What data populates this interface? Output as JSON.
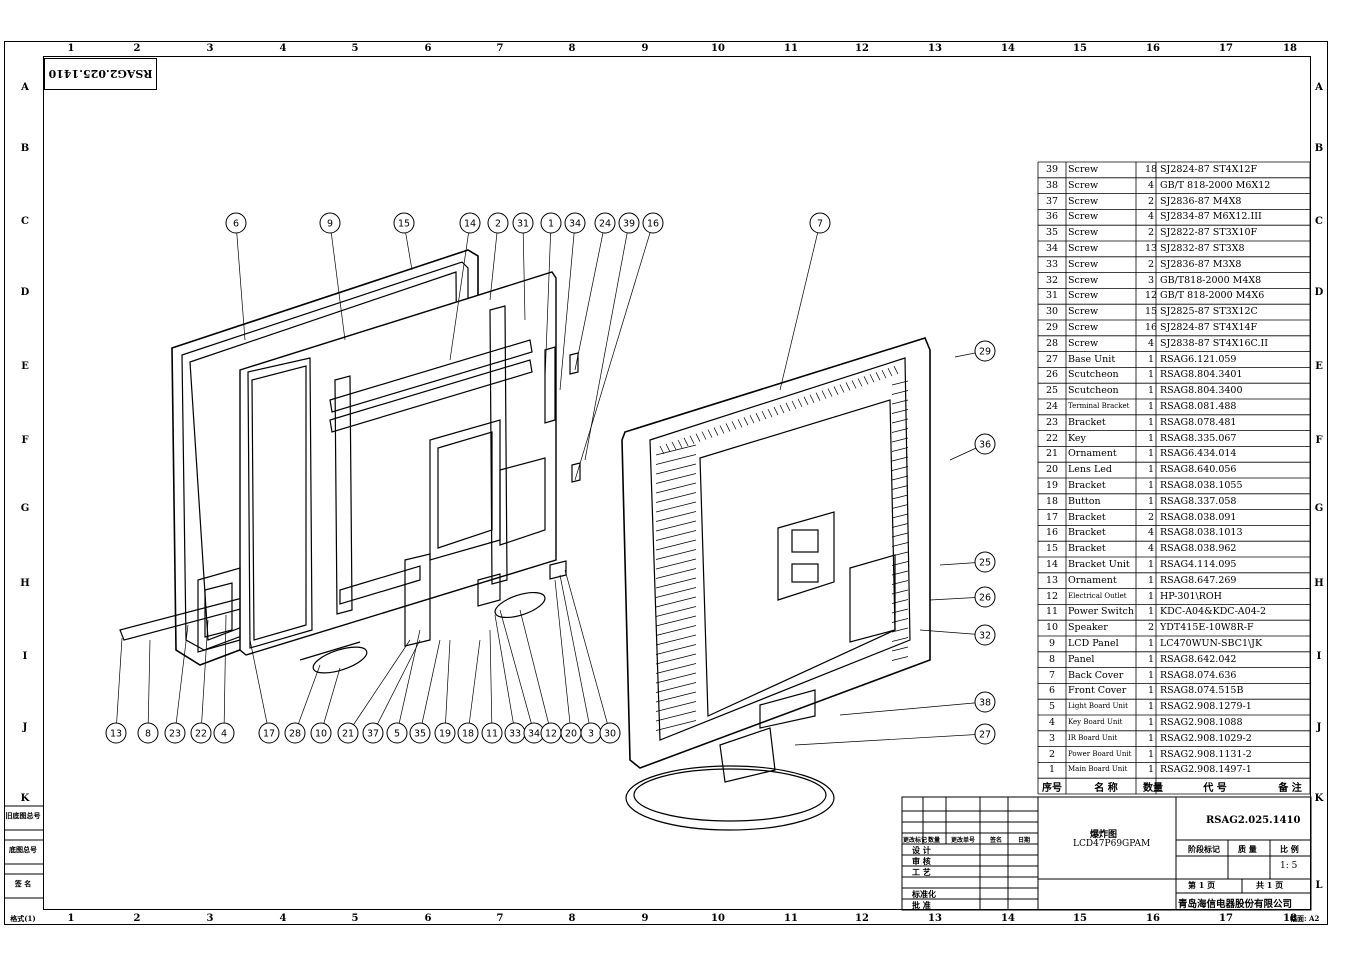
{
  "drawing": {
    "stamp_code": "RSAG2.025.1410",
    "columns": [
      "1",
      "2",
      "3",
      "4",
      "5",
      "6",
      "7",
      "8",
      "9",
      "10",
      "11",
      "12",
      "13",
      "14",
      "15",
      "16",
      "17",
      "18"
    ],
    "rows": [
      "A",
      "B",
      "C",
      "D",
      "E",
      "F",
      "G",
      "H",
      "I",
      "J",
      "K",
      "L"
    ],
    "left_labels": [
      "旧底图总号",
      "底图总号",
      "签  名",
      "格式(1)"
    ],
    "format_label": "格式(1)",
    "sheet_size_label": "幅面: A2"
  },
  "bom": {
    "header": {
      "no": "序号",
      "name": "名  称",
      "qty": "数量",
      "code": "代      号",
      "note": "备  注"
    },
    "items": [
      {
        "no": "39",
        "name": "Screw",
        "qty": "18",
        "code": "SJ2824-87  ST4X12F"
      },
      {
        "no": "38",
        "name": "Screw",
        "qty": "4",
        "code": "GB/T 818-2000 M6X12"
      },
      {
        "no": "37",
        "name": "Screw",
        "qty": "2",
        "code": "SJ2836-87   M4X8"
      },
      {
        "no": "36",
        "name": "Screw",
        "qty": "4",
        "code": "SJ2834-87  M6X12.III"
      },
      {
        "no": "35",
        "name": "Screw",
        "qty": "2",
        "code": "SJ2822-87  ST3X10F"
      },
      {
        "no": "34",
        "name": "Screw",
        "qty": "13",
        "code": "SJ2832-87  ST3X8"
      },
      {
        "no": "33",
        "name": "Screw",
        "qty": "2",
        "code": "SJ2836-87  M3X8"
      },
      {
        "no": "32",
        "name": "Screw",
        "qty": "3",
        "code": "GB/T818-2000 M4X8"
      },
      {
        "no": "31",
        "name": "Screw",
        "qty": "12",
        "code": "GB/T 818-2000 M4X6"
      },
      {
        "no": "30",
        "name": "Screw",
        "qty": "15",
        "code": "SJ2825-87  ST3X12C"
      },
      {
        "no": "29",
        "name": "Screw",
        "qty": "16",
        "code": "SJ2824-87  ST4X14F"
      },
      {
        "no": "28",
        "name": "Screw",
        "qty": "4",
        "code": "SJ2838-87  ST4X16C.II"
      },
      {
        "no": "27",
        "name": "Base Unit",
        "qty": "1",
        "code": "RSAG6.121.059"
      },
      {
        "no": "26",
        "name": "Scutcheon",
        "qty": "1",
        "code": "RSAG8.804.3401"
      },
      {
        "no": "25",
        "name": "Scutcheon",
        "qty": "1",
        "code": "RSAG8.804.3400"
      },
      {
        "no": "24",
        "name": "Terminal Bracket",
        "qty": "1",
        "code": "RSAG8.081.488"
      },
      {
        "no": "23",
        "name": "Bracket",
        "qty": "1",
        "code": "RSAG8.078.481"
      },
      {
        "no": "22",
        "name": "Key",
        "qty": "1",
        "code": "RSAG8.335.067"
      },
      {
        "no": "21",
        "name": "Ornament",
        "qty": "1",
        "code": "RSAG6.434.014"
      },
      {
        "no": "20",
        "name": "Lens Led",
        "qty": "1",
        "code": "RSAG8.640.056"
      },
      {
        "no": "19",
        "name": "Bracket",
        "qty": "1",
        "code": "RSAG8.038.1055"
      },
      {
        "no": "18",
        "name": "Button",
        "qty": "1",
        "code": "RSAG8.337.058"
      },
      {
        "no": "17",
        "name": "Bracket",
        "qty": "2",
        "code": "RSAG8.038.091"
      },
      {
        "no": "16",
        "name": "Bracket",
        "qty": "4",
        "code": "RSAG8.038.1013"
      },
      {
        "no": "15",
        "name": "Bracket",
        "qty": "4",
        "code": "RSAG8.038.962"
      },
      {
        "no": "14",
        "name": "Bracket Unit",
        "qty": "1",
        "code": "RSAG4.114.095"
      },
      {
        "no": "13",
        "name": "Ornament",
        "qty": "1",
        "code": "RSAG8.647.269"
      },
      {
        "no": "12",
        "name": "Electrical Outlet",
        "qty": "1",
        "code": "HP-301\\ROH"
      },
      {
        "no": "11",
        "name": "Power Switch",
        "qty": "1",
        "code": "KDC-A04&KDC-A04-2"
      },
      {
        "no": "10",
        "name": "Speaker",
        "qty": "2",
        "code": "YDT415E-10W8R-F"
      },
      {
        "no": "9",
        "name": "LCD Panel",
        "qty": "1",
        "code": "LC470WUN-SBC1\\JK"
      },
      {
        "no": "8",
        "name": "Panel",
        "qty": "1",
        "code": "RSAG8.642.042"
      },
      {
        "no": "7",
        "name": "Back Cover",
        "qty": "1",
        "code": "RSAG8.074.636"
      },
      {
        "no": "6",
        "name": "Front Cover",
        "qty": "1",
        "code": "RSAG8.074.515B"
      },
      {
        "no": "5",
        "name": "Light Board Unit",
        "qty": "1",
        "code": "RSAG2.908.1279-1"
      },
      {
        "no": "4",
        "name": "Key Board Unit",
        "qty": "1",
        "code": "RSAG2.908.1088"
      },
      {
        "no": "3",
        "name": "IR Board Unit",
        "qty": "1",
        "code": "RSAG2.908.1029-2"
      },
      {
        "no": "2",
        "name": "Power Board Unit",
        "qty": "1",
        "code": "RSAG2.908.1131-2"
      },
      {
        "no": "1",
        "name": "Main Board Unit",
        "qty": "1",
        "code": "RSAG2.908.1497-1"
      }
    ]
  },
  "title_block": {
    "title": "爆炸图",
    "model": "LCD47P69GPAM",
    "drawing_no": "RSAG2.025.1410",
    "revision_headers": [
      "更改标记",
      "数量",
      "更改单号",
      "签名",
      "日期"
    ],
    "signoff_labels": [
      "设 计",
      "审 核",
      "工 艺",
      "标准化",
      "批 准"
    ],
    "stage_label": "阶段标记",
    "weight_label": "质  量",
    "scale_label": "比 例",
    "scale_value": "1: 5",
    "sheet_label": "第 1 页",
    "total_label": "共 1 页",
    "company": "青岛海信电器股份有限公司"
  },
  "callouts": {
    "top": [
      "6",
      "9",
      "15",
      "14",
      "2",
      "31",
      "1",
      "34",
      "24",
      "39",
      "16",
      "7"
    ],
    "bottom": [
      "13",
      "8",
      "23",
      "22",
      "4",
      "17",
      "28",
      "10",
      "21",
      "37",
      "5",
      "35",
      "19",
      "18",
      "11",
      "33",
      "34",
      "12",
      "20",
      "3",
      "30"
    ],
    "right": [
      "29",
      "36",
      "25",
      "26",
      "32",
      "38",
      "27"
    ]
  }
}
